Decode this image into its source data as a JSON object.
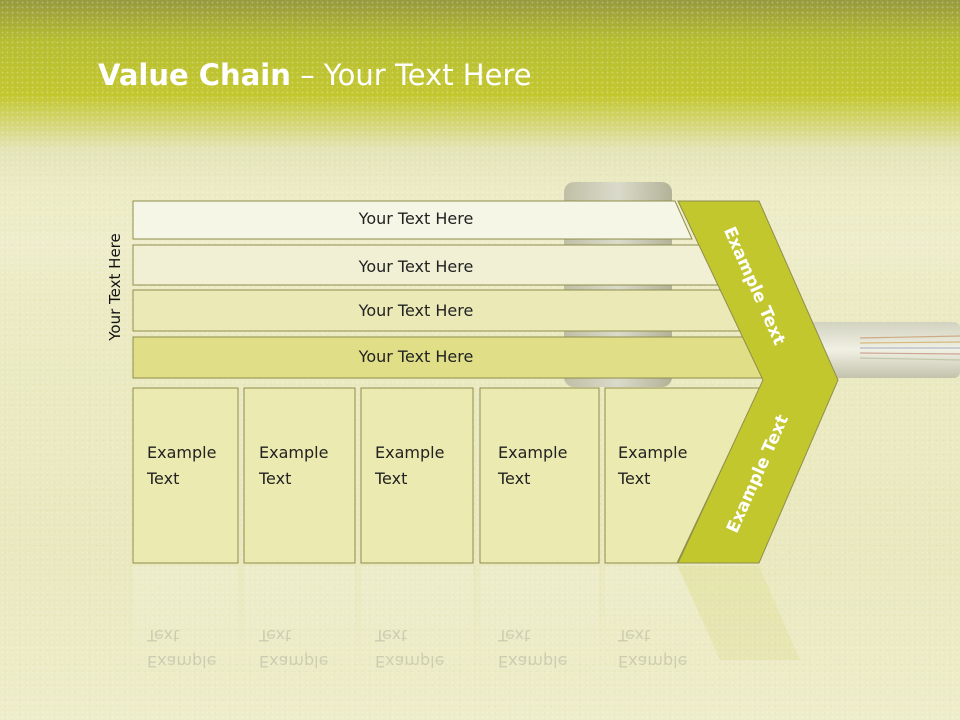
{
  "slide": {
    "title_bold": "Value Chain",
    "title_rest": " – Your Text Here",
    "side_label": "Your Text Here"
  },
  "support_rows": [
    {
      "label": "Your Text Here"
    },
    {
      "label": "Your Text Here"
    },
    {
      "label": "Your Text Here"
    },
    {
      "label": "Your Text Here"
    }
  ],
  "primary_boxes": [
    {
      "line1": "Example",
      "line2": "Text"
    },
    {
      "line1": "Example",
      "line2": "Text"
    },
    {
      "line1": "Example",
      "line2": "Text"
    },
    {
      "line1": "Example",
      "line2": "Text"
    },
    {
      "line1": "Example",
      "line2": "Text"
    }
  ],
  "margin": {
    "top_label": "Example Text",
    "bottom_label": "Example Text"
  },
  "colors": {
    "accent": "#c3c72e",
    "row_fill_1": "#f6f6e6",
    "row_fill_4": "#e0df88",
    "box_fill": "#ebeab0"
  }
}
